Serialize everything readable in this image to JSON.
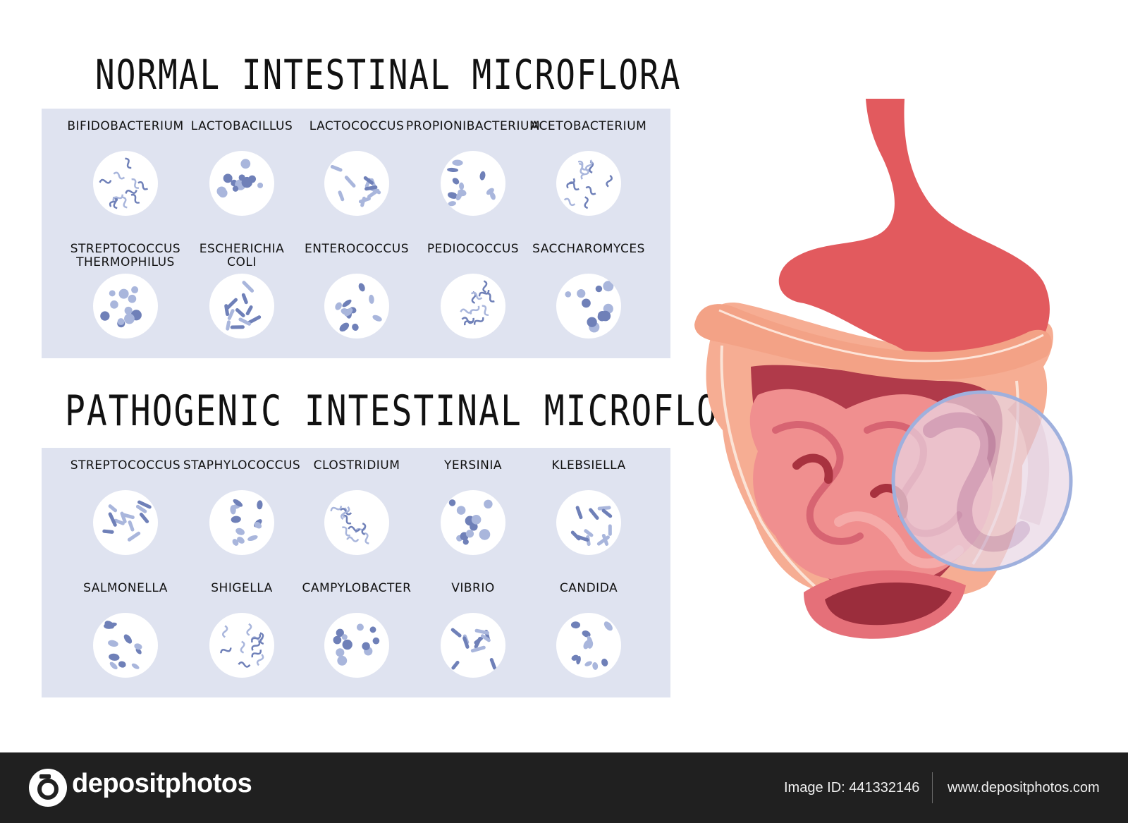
{
  "titles": {
    "normal": "NORMAL INTESTINAL MICROFLORA",
    "pathogenic": "PATHOGENIC INTESTINAL MICROFLORA"
  },
  "normal": [
    "BIFIDOBACTERIUM",
    "LACTOBACILLUS",
    "LACTOCOCCUS",
    "PROPIONIBACTERIUM",
    "ACETOBACTERIUM",
    "STREPTOCOCCUS\nTHERMOPHILUS",
    "ESCHERICHIA\nCOLI",
    "ENTEROCOCCUS",
    "PEDIOCOCCUS",
    "SACCHAROMYCES"
  ],
  "pathogenic": [
    "STREPTOCOCCUS",
    "STAPHYLOCOCCUS",
    "CLOSTRIDIUM",
    "YERSINIA",
    "KLEBSIELLA",
    "SALMONELLA",
    "SHIGELLA",
    "CAMPYLOBACTER",
    "VIBRIO",
    "CANDIDA"
  ],
  "footer": {
    "logo": "depositphotos",
    "image_id": "Image ID: 441332146",
    "url": "www.depositphotos.com"
  },
  "colors": {
    "panel": "#dfe3f0",
    "microbe_light": "#a9b6dc",
    "microbe_dark": "#6f80b8",
    "stomach": "#e25a5e",
    "colon": "#f6ad93",
    "small_intestine": "#f08f8f",
    "lens": "#9fb0dd"
  }
}
